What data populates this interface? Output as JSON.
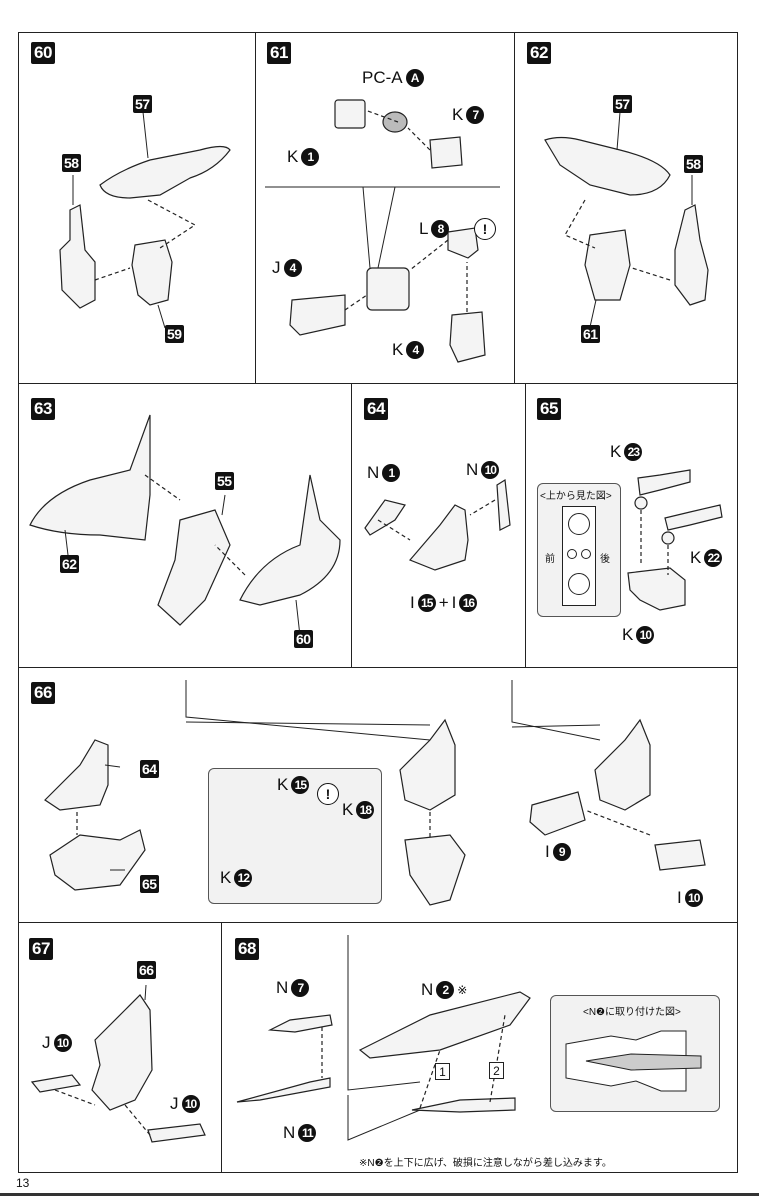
{
  "page_number": "13",
  "steps": [
    {
      "id": "60",
      "label": "60",
      "refs": [
        "57",
        "58",
        "59"
      ]
    },
    {
      "id": "61",
      "label": "61",
      "parts": [
        {
          "runner": "PC-A",
          "num": "A"
        },
        {
          "runner": "K",
          "num": "7"
        },
        {
          "runner": "K",
          "num": "1"
        },
        {
          "runner": "L",
          "num": "8"
        },
        {
          "runner": "J",
          "num": "4"
        },
        {
          "runner": "K",
          "num": "4"
        }
      ],
      "caution": "!"
    },
    {
      "id": "62",
      "label": "62",
      "refs": [
        "57",
        "58",
        "61"
      ]
    },
    {
      "id": "63",
      "label": "63",
      "refs": [
        "55",
        "62",
        "60"
      ]
    },
    {
      "id": "64",
      "label": "64",
      "parts": [
        {
          "runner": "N",
          "num": "1"
        },
        {
          "runner": "N",
          "num": "10"
        }
      ],
      "combo": {
        "a_runner": "I",
        "a_num": "15",
        "plus": "+",
        "b_runner": "I",
        "b_num": "16"
      }
    },
    {
      "id": "65",
      "label": "65",
      "parts": [
        {
          "runner": "K",
          "num": "23"
        },
        {
          "runner": "K",
          "num": "22"
        },
        {
          "runner": "K",
          "num": "10"
        }
      ],
      "inset": {
        "title": "<上から見た図>",
        "front": "前",
        "back": "後"
      }
    },
    {
      "id": "66",
      "label": "66",
      "refs": [
        "64",
        "65"
      ],
      "parts": [
        {
          "runner": "K",
          "num": "15"
        },
        {
          "runner": "K",
          "num": "18"
        },
        {
          "runner": "K",
          "num": "12"
        },
        {
          "runner": "I",
          "num": "9"
        },
        {
          "runner": "I",
          "num": "10"
        }
      ],
      "caution": "!"
    },
    {
      "id": "67",
      "label": "67",
      "refs": [
        "66"
      ],
      "parts": [
        {
          "runner": "J",
          "num": "10"
        },
        {
          "runner": "J",
          "num": "10"
        }
      ]
    },
    {
      "id": "68",
      "label": "68",
      "parts": [
        {
          "runner": "N",
          "num": "7"
        },
        {
          "runner": "N",
          "num": "11"
        },
        {
          "runner": "N",
          "num": "2",
          "mark": "※"
        }
      ],
      "order": [
        "1",
        "2"
      ],
      "inset": {
        "title": "<N❷に取り付けた図>"
      },
      "footnote": "※N❷を上下に広げ、破損に注意しながら差し込みます。"
    }
  ]
}
